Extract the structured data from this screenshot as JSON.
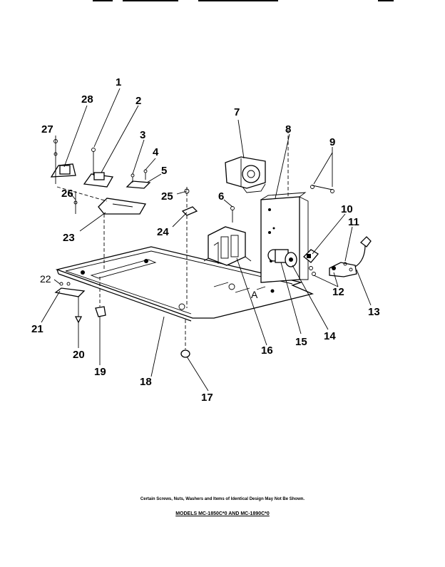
{
  "callouts": {
    "c1": "1",
    "c2": "2",
    "c3": "3",
    "c4": "4",
    "c5": "5",
    "c6": "6",
    "c7": "7",
    "c8": "8",
    "c9": "9",
    "c10": "10",
    "c11": "11",
    "c12": "12",
    "c13": "13",
    "c14": "14",
    "c15": "15",
    "c16": "16",
    "c17": "17",
    "c18": "18",
    "c19": "19",
    "c20": "20",
    "c21": "21",
    "c22": "22",
    "c23": "23",
    "c24": "24",
    "c25": "25",
    "c26": "26",
    "c27": "27",
    "c28": "28"
  },
  "footnote": "Certain Screws, Nuts, Washers and Items of Identical Design May Not Be Shown.",
  "model_line": "MODELS MC-1850C*0 AND MC-1890C*0",
  "plate_letter": "A"
}
